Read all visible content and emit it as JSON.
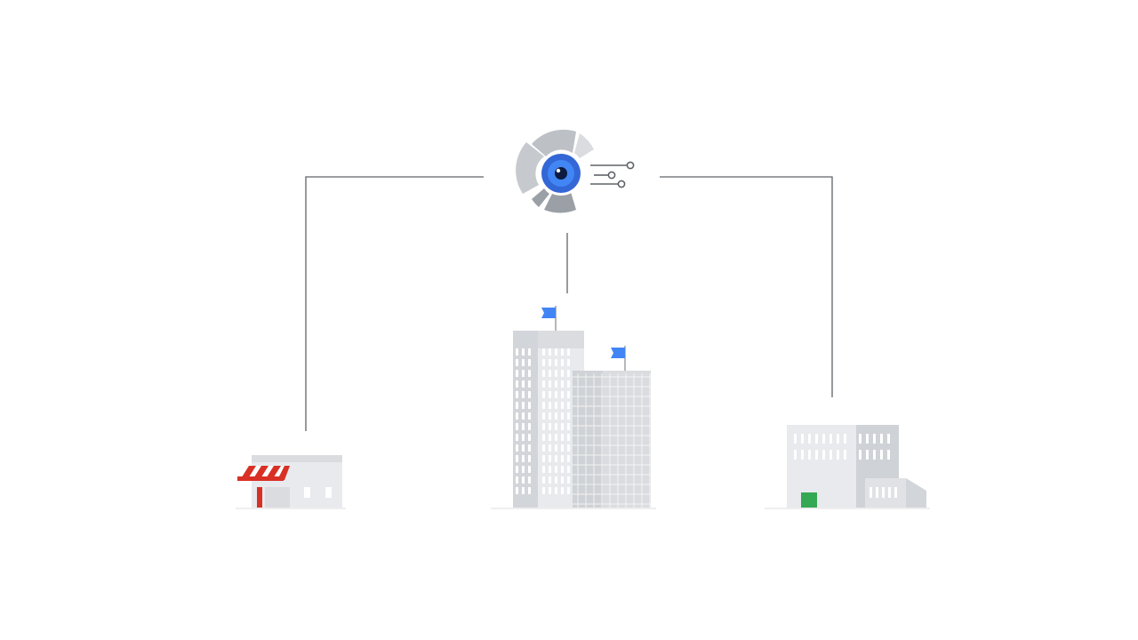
{
  "diagram": {
    "hub": {
      "icon": "vision-eye-circuit-icon"
    },
    "nodes": [
      {
        "id": "store",
        "icon": "storefront-icon"
      },
      {
        "id": "headquarters",
        "icon": "office-towers-icon"
      },
      {
        "id": "factory",
        "icon": "factory-building-icon"
      }
    ],
    "connectors": [
      {
        "from": "hub",
        "to": "store"
      },
      {
        "from": "hub",
        "to": "headquarters"
      },
      {
        "from": "hub",
        "to": "factory"
      }
    ]
  },
  "colors": {
    "line": "#5f6368",
    "eye_blue": "#3367d6",
    "flag_blue": "#4285f4",
    "awning_red": "#d93025",
    "door_green": "#34a853",
    "building_light": "#e8eaed",
    "building_mid": "#dadce0",
    "building_dark": "#bdc1c6"
  }
}
